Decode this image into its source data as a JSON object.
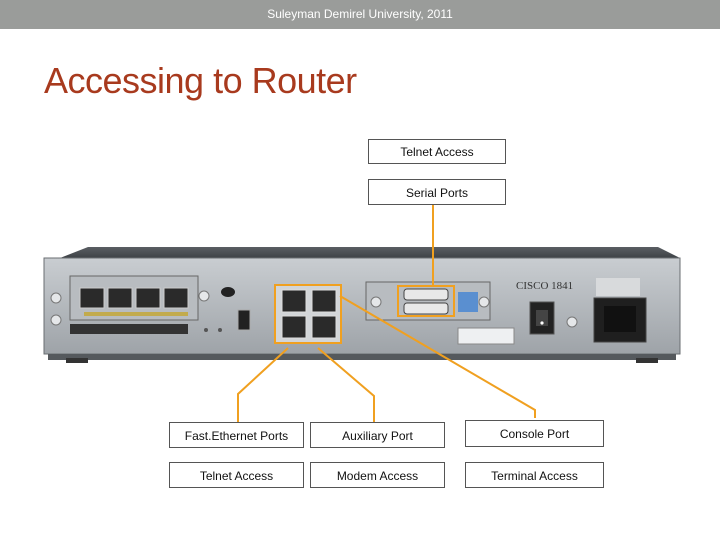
{
  "header": {
    "text": "Suleyman Demirel University, 2011"
  },
  "slide": {
    "title": "Accessing to Router"
  },
  "labels": {
    "telnet_top": "Telnet Access",
    "serial_ports": "Serial Ports",
    "fastethernet_ports": "Fast.Ethernet Ports",
    "auxiliary_port": "Auxiliary Port",
    "console_port": "Console Port",
    "telnet_bottom": "Telnet Access",
    "modem_access": "Modem Access",
    "terminal_access": "Terminal Access"
  },
  "router": {
    "brand_text": "CISCO 1841"
  },
  "colors": {
    "title": "#a83a1e",
    "header_bar": "#9a9c9a",
    "connector": "#f0a020"
  }
}
